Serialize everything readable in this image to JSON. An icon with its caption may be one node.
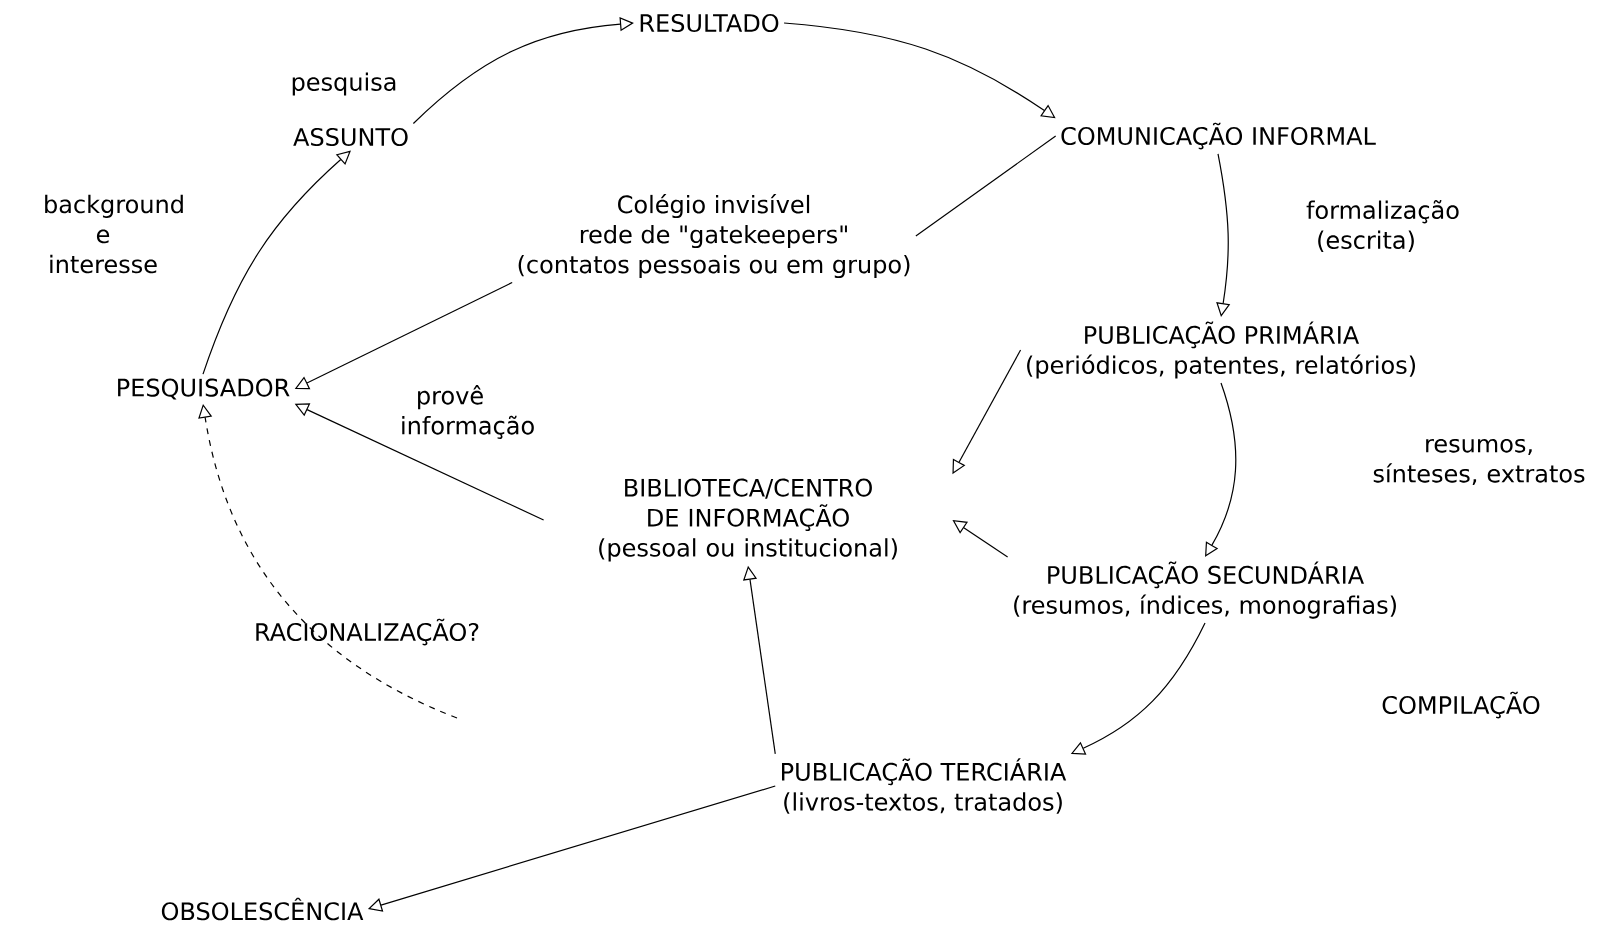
{
  "diagram": {
    "nodes": [
      {
        "text": [
          "RESULTADO"
        ]
      },
      {
        "text": [
          "ASSUNTO"
        ]
      },
      {
        "text": [
          "COMUNICAÇÃO INFORMAL"
        ]
      },
      {
        "text": [
          "Colégio invisível",
          "rede de \"gatekeepers\"",
          "(contatos pessoais ou em grupo)"
        ]
      },
      {
        "text": [
          "PESQUISADOR"
        ]
      },
      {
        "text": [
          "PUBLICAÇÃO PRIMÁRIA",
          "(periódicos, patentes, relatórios)"
        ]
      },
      {
        "text": [
          "BIBLIOTECA/CENTRO DE INFORMAÇÃO",
          "(pessoal ou institucional)"
        ]
      },
      {
        "text": [
          "PUBLICAÇÃO SECUNDÁRIA",
          "(resumos, índices, monografias)"
        ]
      },
      {
        "text": [
          "PUBLICAÇÃO TERCIÁRIA",
          "(livros-textos, tratados)"
        ]
      },
      {
        "text": [
          "OBSOLESCÊNCIA"
        ]
      }
    ],
    "edges": [
      {
        "from": 1,
        "to": 0,
        "arrow": "to",
        "label": "pesquisa"
      },
      {
        "from": 0,
        "to": 2,
        "arrow": "to"
      },
      {
        "from": 2,
        "to": 5,
        "arrow": "to"
      },
      {
        "from": 2,
        "to": 3,
        "arrow": "none"
      },
      {
        "from": 3,
        "to": 4,
        "arrow": "to"
      },
      {
        "from": 4,
        "to": 1,
        "arrow": "to"
      },
      {
        "from": 5,
        "to": 6,
        "arrow": "to"
      },
      {
        "from": 5,
        "to": 7,
        "arrow": "to"
      },
      {
        "from": 7,
        "to": 6,
        "arrow": "to"
      },
      {
        "from": 6,
        "to": 4,
        "arrow": "to"
      },
      {
        "from": 7,
        "to": 8,
        "arrow": "to"
      },
      {
        "from": 8,
        "to": 6,
        "arrow": "to"
      },
      {
        "from": 8,
        "to": 9,
        "arrow": "to"
      },
      {
        "from": null,
        "to": 4,
        "arrow": "to",
        "style": "dashed"
      }
    ],
    "labels": [
      "background e interesse",
      "formalização (escrita)",
      "resumos, sínteses, extratos",
      "provê informação",
      "RACIONALIZAÇÃO?",
      "COMPILAÇÃO"
    ]
  }
}
